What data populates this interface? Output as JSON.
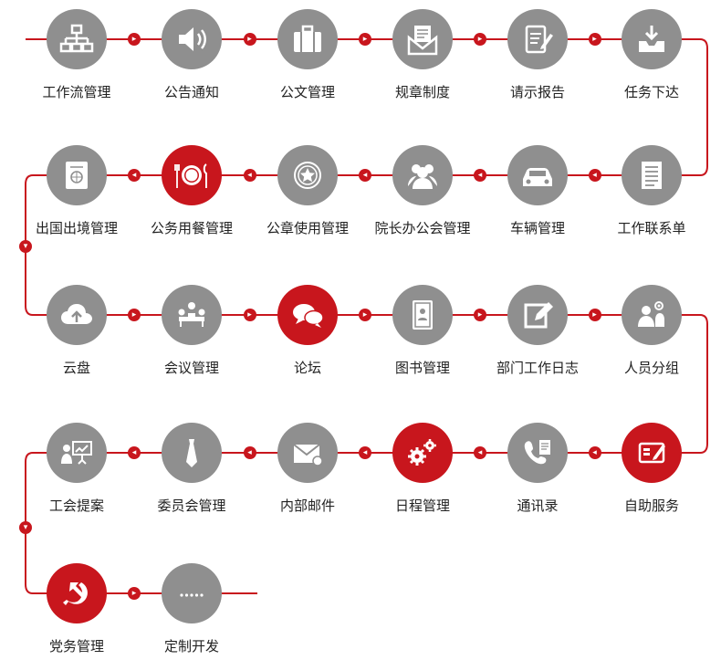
{
  "rows": [
    {
      "dir": "right",
      "items": [
        {
          "label": "工作流管理",
          "icon": "flowchart-icon",
          "active": false
        },
        {
          "label": "公告通知",
          "icon": "speaker-icon",
          "active": false
        },
        {
          "label": "公文管理",
          "icon": "briefcase-icon",
          "active": false
        },
        {
          "label": "规章制度",
          "icon": "envelope-doc-icon",
          "active": false
        },
        {
          "label": "请示报告",
          "icon": "report-pen-icon",
          "active": false
        },
        {
          "label": "任务下达",
          "icon": "inbox-download-icon",
          "active": false
        }
      ]
    },
    {
      "dir": "left",
      "items": [
        {
          "label": "工作联系单",
          "icon": "document-list-icon",
          "active": false
        },
        {
          "label": "车辆管理",
          "icon": "car-icon",
          "active": false
        },
        {
          "label": "院长办公会管理",
          "icon": "people-group-icon",
          "active": false
        },
        {
          "label": "公章使用管理",
          "icon": "seal-star-icon",
          "active": false
        },
        {
          "label": "公务用餐管理",
          "icon": "plate-cutlery-icon",
          "active": true
        },
        {
          "label": "出国出境管理",
          "icon": "passport-icon",
          "active": false
        }
      ]
    },
    {
      "dir": "right",
      "items": [
        {
          "label": "云盘",
          "icon": "cloud-upload-icon",
          "active": false
        },
        {
          "label": "会议管理",
          "icon": "meeting-icon",
          "active": false
        },
        {
          "label": "论坛",
          "icon": "chat-bubbles-icon",
          "active": true
        },
        {
          "label": "图书管理",
          "icon": "book-icon",
          "active": false
        },
        {
          "label": "部门工作日志",
          "icon": "edit-log-icon",
          "active": false
        },
        {
          "label": "人员分组",
          "icon": "user-group-icon",
          "active": false
        }
      ]
    },
    {
      "dir": "left",
      "items": [
        {
          "label": "自助服务",
          "icon": "self-service-icon",
          "active": true
        },
        {
          "label": "通讯录",
          "icon": "phone-book-icon",
          "active": false
        },
        {
          "label": "日程管理",
          "icon": "gears-icon",
          "active": true
        },
        {
          "label": "内部邮件",
          "icon": "mail-icon",
          "active": false
        },
        {
          "label": "委员会管理",
          "icon": "tie-icon",
          "active": false
        },
        {
          "label": "工会提案",
          "icon": "presentation-icon",
          "active": false
        }
      ]
    },
    {
      "dir": "right",
      "items": [
        {
          "label": "党务管理",
          "icon": "hammer-sickle-icon",
          "active": true
        },
        {
          "label": "定制开发",
          "icon": "ellipsis-icon",
          "active": false
        }
      ]
    }
  ],
  "colors": {
    "accent": "#c8161d",
    "gray": "#8f8f8f"
  }
}
